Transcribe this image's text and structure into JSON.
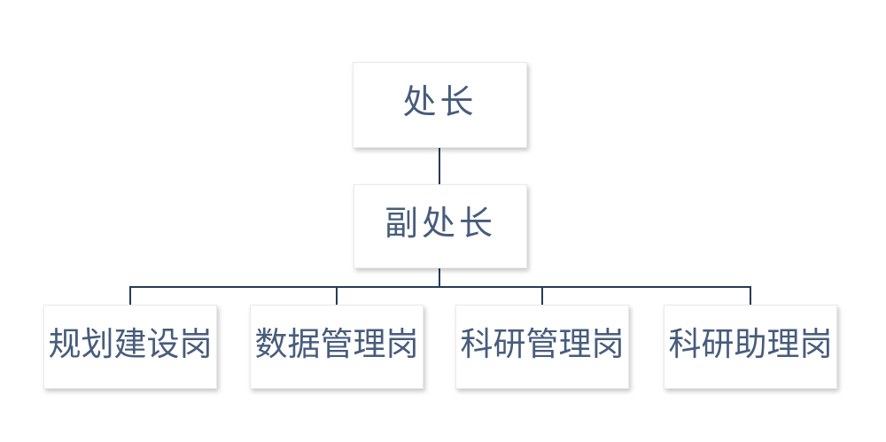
{
  "org_chart": {
    "type": "org-chart",
    "root": {
      "label": "处长"
    },
    "deputy": {
      "label": "副处长"
    },
    "positions": [
      {
        "label": "规划建设岗"
      },
      {
        "label": "数据管理岗"
      },
      {
        "label": "科研管理岗"
      },
      {
        "label": "科研助理岗"
      }
    ],
    "colors": {
      "background": "#ffffff",
      "node_fill": "#ffffff",
      "node_border": "#eaeaea",
      "node_text": "#475c7c",
      "connector": "#263c55"
    }
  }
}
